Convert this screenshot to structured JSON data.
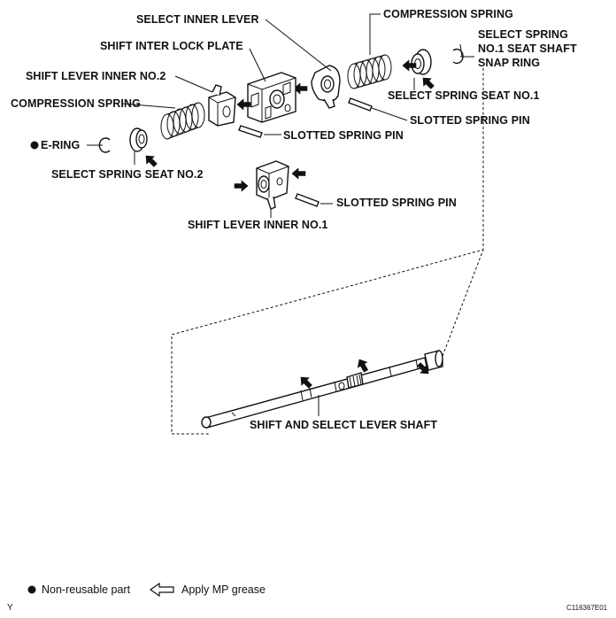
{
  "labels": {
    "select_inner_lever": "SELECT INNER LEVER",
    "compression_spring_top": "COMPRESSION SPRING",
    "shift_inter_lock_plate": "SHIFT INTER LOCK PLATE",
    "select_spring_seat_shaft_snap_ring_1": "SELECT SPRING",
    "select_spring_seat_shaft_snap_ring_2": "NO.1 SEAT SHAFT",
    "select_spring_seat_shaft_snap_ring_3": "SNAP RING",
    "shift_lever_inner_no2": "SHIFT LEVER INNER NO.2",
    "select_spring_seat_no1": "SELECT SPRING SEAT NO.1",
    "compression_spring_left": "COMPRESSION SPRING",
    "slotted_spring_pin_right": "SLOTTED SPRING PIN",
    "slotted_spring_pin_mid": "SLOTTED SPRING PIN",
    "e_ring": "E-RING",
    "select_spring_seat_no2": "SELECT SPRING SEAT NO.2",
    "slotted_spring_pin_low": "SLOTTED SPRING PIN",
    "shift_lever_inner_no1": "SHIFT LEVER INNER NO.1",
    "shift_and_select_lever_shaft": "SHIFT AND SELECT LEVER SHAFT"
  },
  "legend": {
    "non_reusable": "Non-reusable part",
    "apply_grease": "Apply MP grease"
  },
  "corner": {
    "left_mark": "Y",
    "figure_id": "C116367E01"
  }
}
